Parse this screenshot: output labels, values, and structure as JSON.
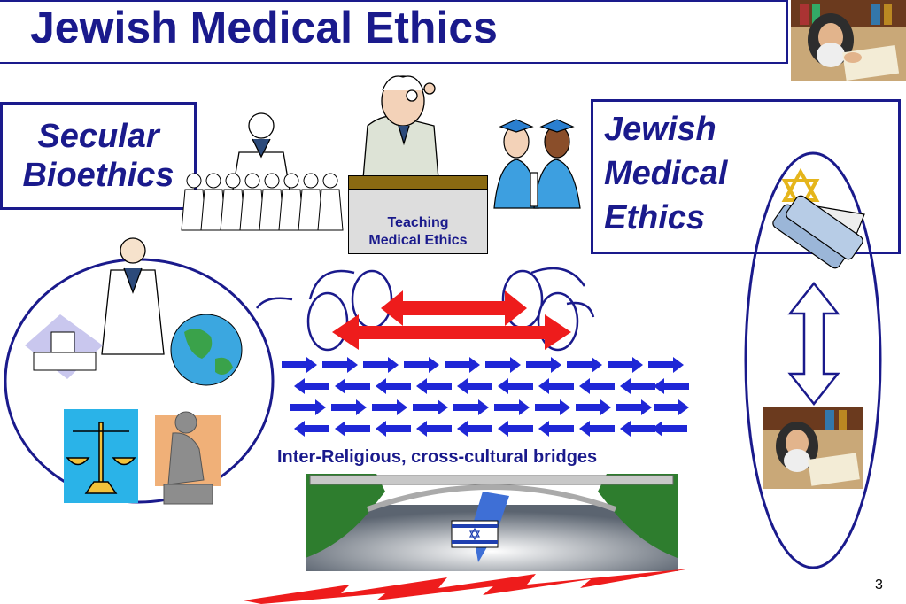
{
  "title": "Jewish Medical Ethics",
  "secular_box": {
    "line1": "Secular",
    "line2": "Bioethics"
  },
  "jewish_box": {
    "line1": "Jewish",
    "line2": "Medical",
    "line3": "Ethics"
  },
  "teaching_box": {
    "line1": "Teaching",
    "line2": "Medical Ethics"
  },
  "bridge_caption": "Inter-Religious, cross-cultural bridges",
  "page_number": "3",
  "colors": {
    "navy": "#1a1a8c",
    "red": "#ee1c1c",
    "blue_arrows": "#1f27d6"
  }
}
